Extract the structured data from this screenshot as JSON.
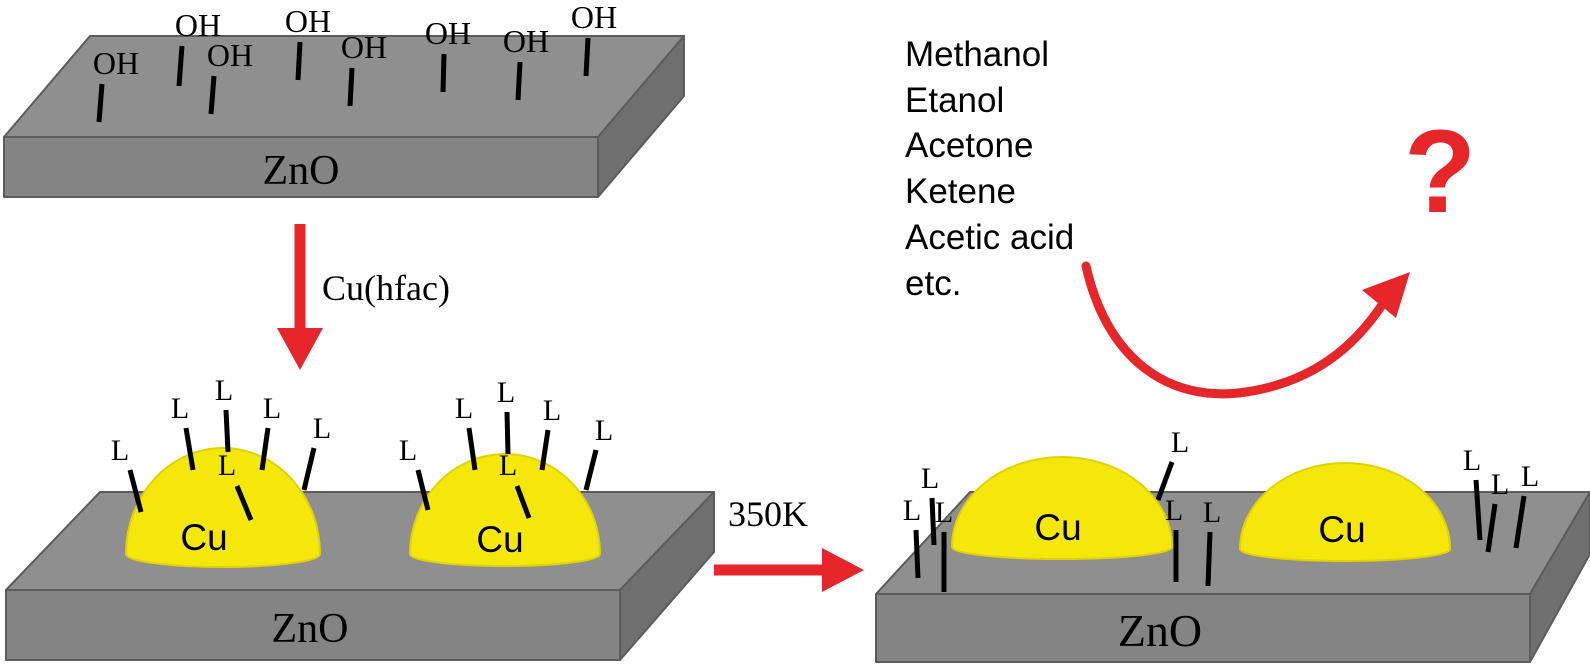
{
  "diagram": {
    "zno_label": "ZnO",
    "cu_label": "Cu",
    "hydroxyl_label": "OH",
    "ligand_label": "L",
    "step1_label": "Cu(hfac)",
    "step2_label": "350K",
    "question_label": "?",
    "products": [
      "Methanol",
      "Etanol",
      "Acetone",
      "Ketene",
      "Acetic acid",
      "etc."
    ],
    "colors": {
      "background": "#ffffff",
      "slab_top": "#8f8f8f",
      "slab_front": "#848484",
      "slab_side": "#6f6f6f",
      "slab_edge": "#5c5c5c",
      "cu_particle": "#f6e70b",
      "cu_particle_edge": "#e0d200",
      "arrow": "#e62628",
      "text": "#000000"
    }
  }
}
